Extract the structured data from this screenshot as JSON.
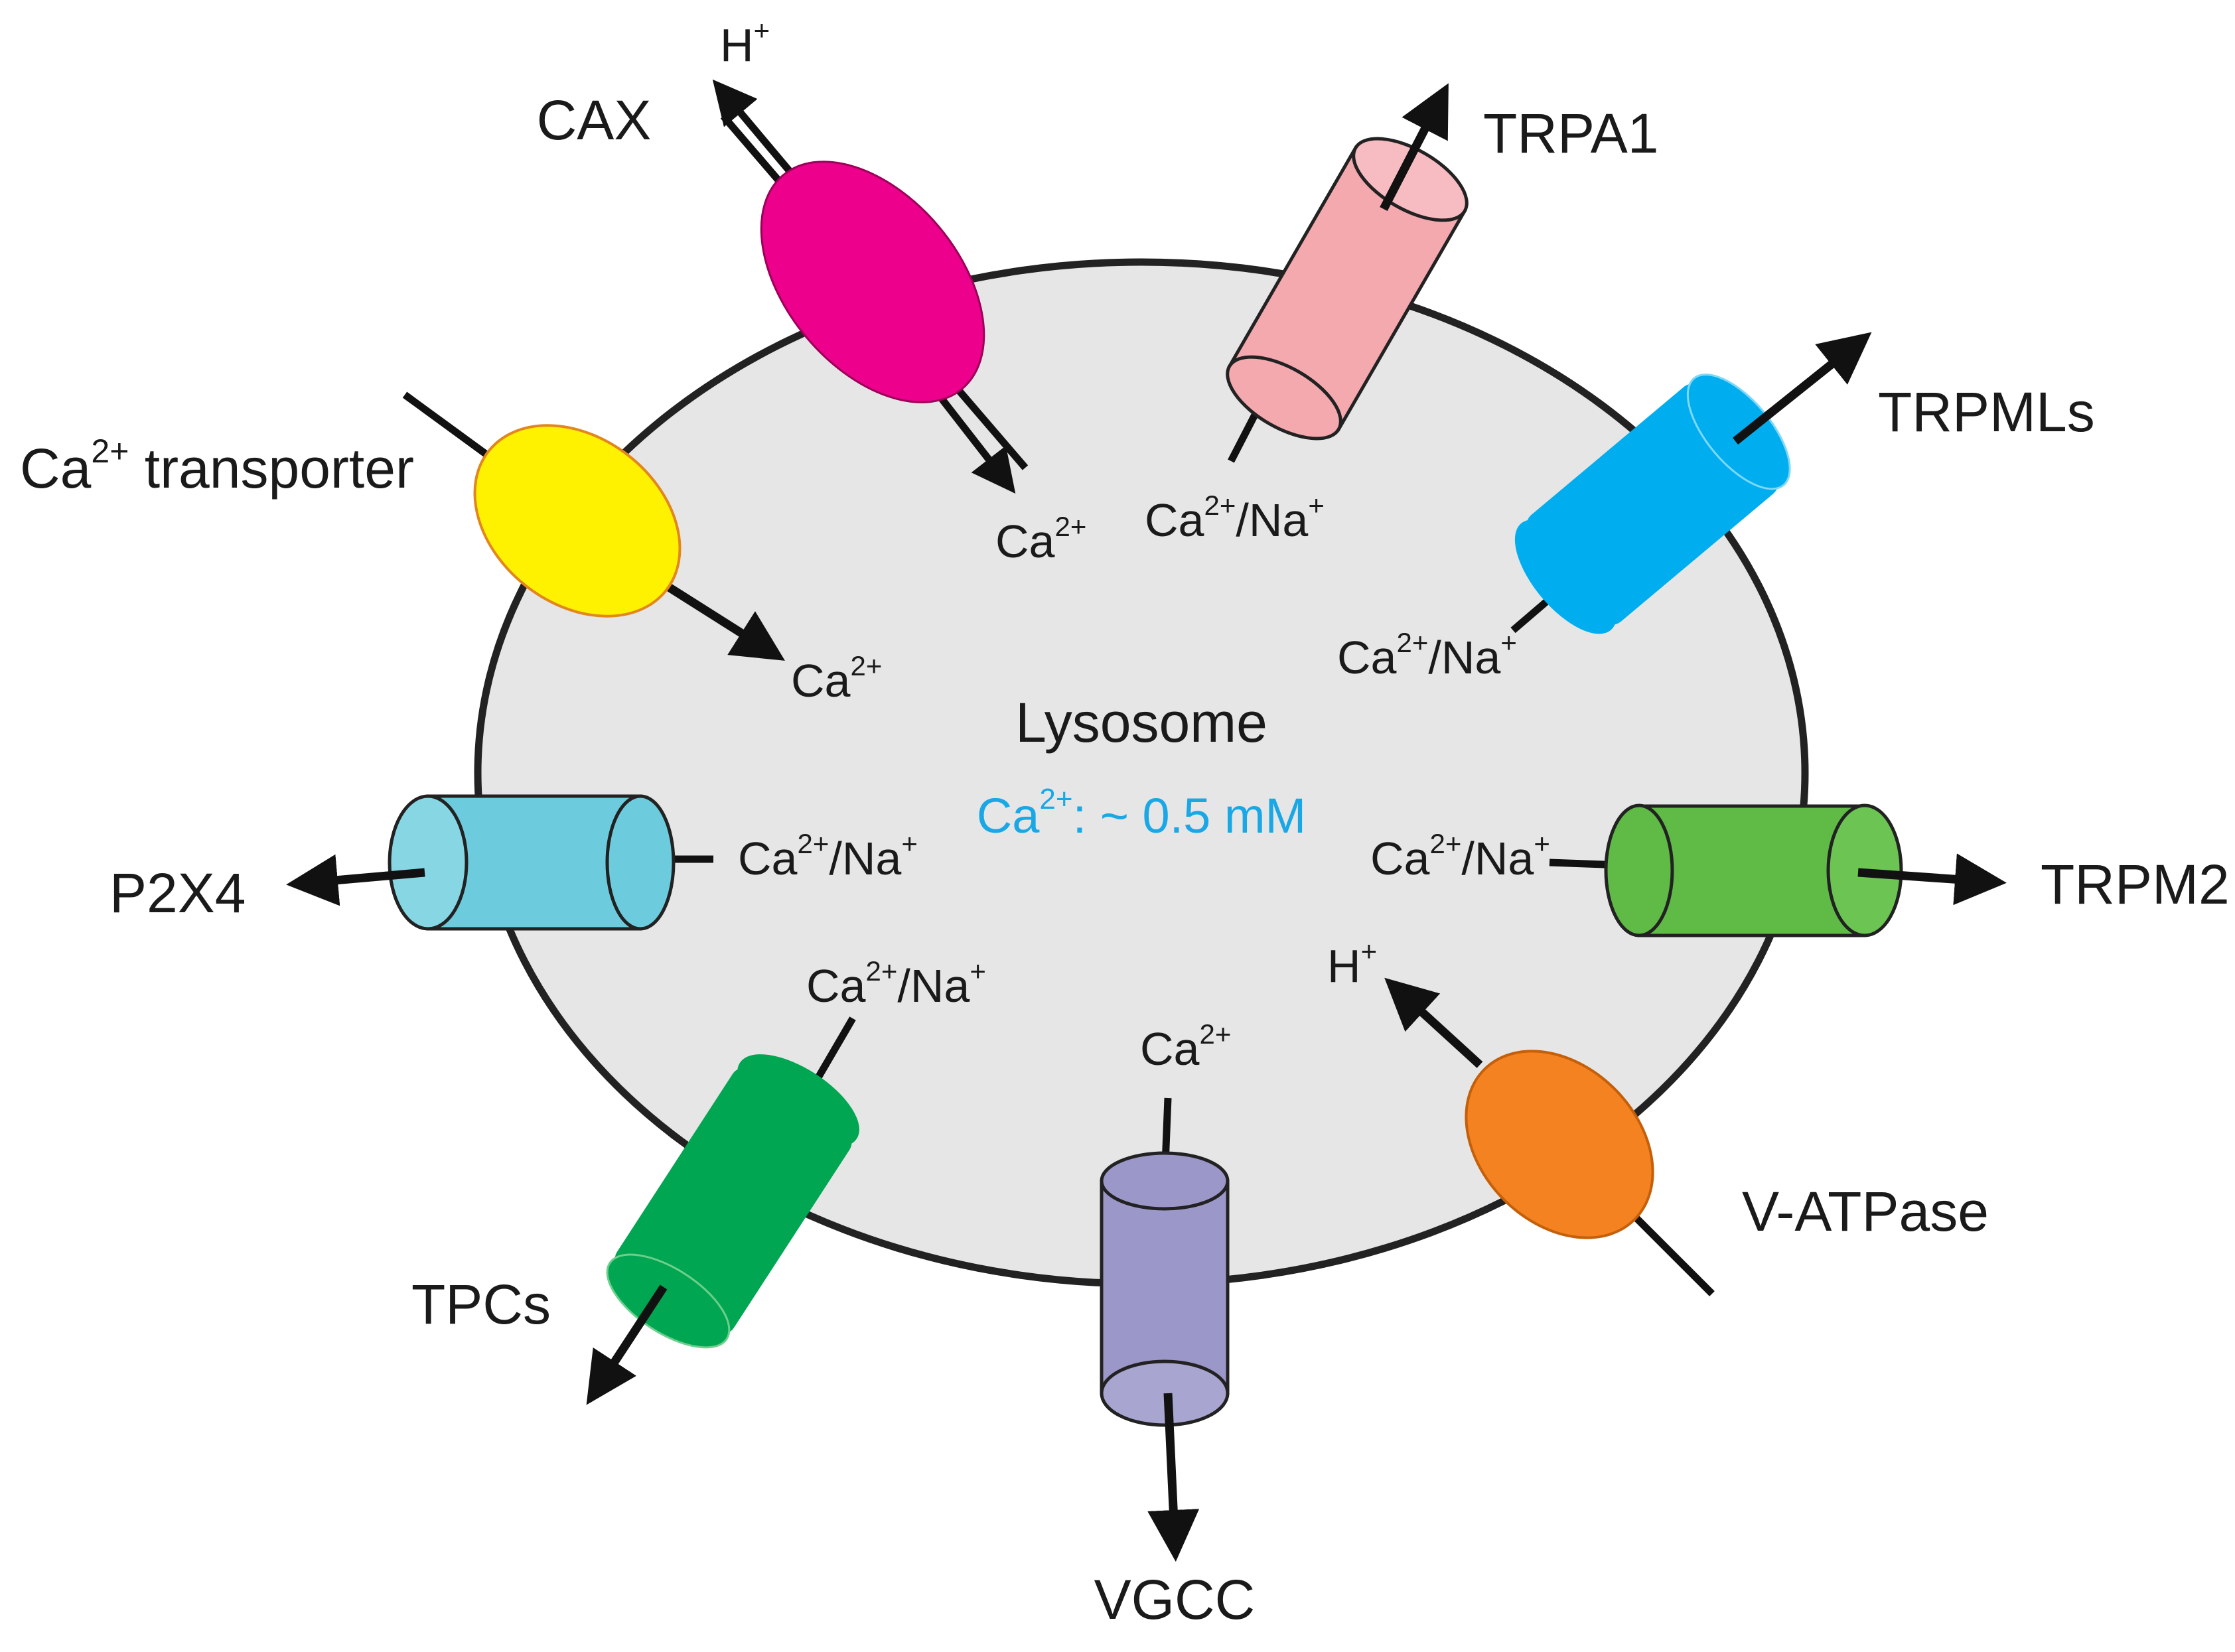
{
  "compartment": {
    "name": "Lysosome",
    "concentration": {
      "base": "Ca",
      "sup": "2+",
      "rest": ": ~ 0.5 mM"
    }
  },
  "colors": {
    "membrane_fill": "#e6e6e6",
    "accent_text": "#1aa7e6",
    "cax": "#ec008c",
    "trpa1": "#f4a9af",
    "trpmls": "#00aeef",
    "transporter": "#fff200",
    "p2x4": "#6ccbdc",
    "trpm2": "#5fbb46",
    "tpcs": "#00a651",
    "vgcc": "#9c97c9",
    "vatpase": "#f58220"
  },
  "proteins": {
    "cax": {
      "label": "CAX",
      "ion_out": {
        "base": "H",
        "sup": "+"
      },
      "ion_in": {
        "base": "Ca",
        "sup": "2+"
      }
    },
    "trpa1": {
      "label": "TRPA1",
      "ion_in": {
        "base1": "Ca",
        "sup1": "2+",
        "base2": "/Na",
        "sup2": "+"
      }
    },
    "trpmls": {
      "label": "TRPMLs",
      "ion_in": {
        "base1": "Ca",
        "sup1": "2+",
        "base2": "/Na",
        "sup2": "+"
      }
    },
    "transporter": {
      "label_base": "Ca",
      "label_sup": "2+",
      "label_rest": " transporter",
      "ion_in": {
        "base": "Ca",
        "sup": "2+"
      }
    },
    "p2x4": {
      "label": "P2X4",
      "ion_in": {
        "base1": "Ca",
        "sup1": "2+",
        "base2": "/Na",
        "sup2": "+"
      }
    },
    "trpm2": {
      "label": "TRPM2",
      "ion_in": {
        "base1": "Ca",
        "sup1": "2+",
        "base2": "/Na",
        "sup2": "+"
      }
    },
    "tpcs": {
      "label": "TPCs",
      "ion_in": {
        "base1": "Ca",
        "sup1": "2+",
        "base2": "/Na",
        "sup2": "+"
      }
    },
    "vgcc": {
      "label": "VGCC",
      "ion_in": {
        "base": "Ca",
        "sup": "2+"
      }
    },
    "vatpase": {
      "label": "V-ATPase",
      "ion_in": {
        "base": "H",
        "sup": "+"
      }
    }
  }
}
